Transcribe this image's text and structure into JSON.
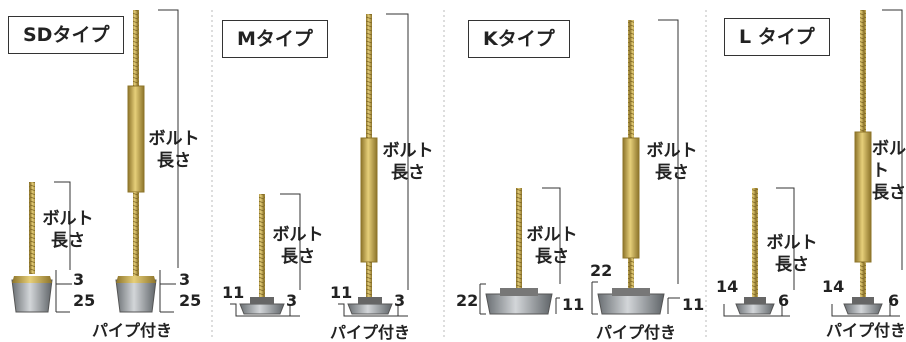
{
  "types": [
    {
      "label": "SDタイプ"
    },
    {
      "label": "Mタイプ"
    },
    {
      "label": "Kタイプ"
    },
    {
      "label": "L タイプ"
    }
  ],
  "bolt_length": [
    "ボルト",
    "長さ"
  ],
  "pipe_label": "パイプ付き",
  "dims": {
    "sd_short_top": "3",
    "sd_short_base": "25",
    "sd_long_top": "3",
    "sd_long_base": "25",
    "m_short_left": "11",
    "m_short_right": "3",
    "m_long_left": "11",
    "m_long_right": "3",
    "k_short_left": "22",
    "k_short_right": "11",
    "k_long_left": "22",
    "k_long_right": "11",
    "l_short_left": "14",
    "l_short_right": "6",
    "l_long_left": "14",
    "l_long_right": "6"
  },
  "colors": {
    "brass": "#c9a94a",
    "brass_dark": "#8d742a",
    "steel": "#9ea3a8",
    "steel_dark": "#5f6468"
  }
}
